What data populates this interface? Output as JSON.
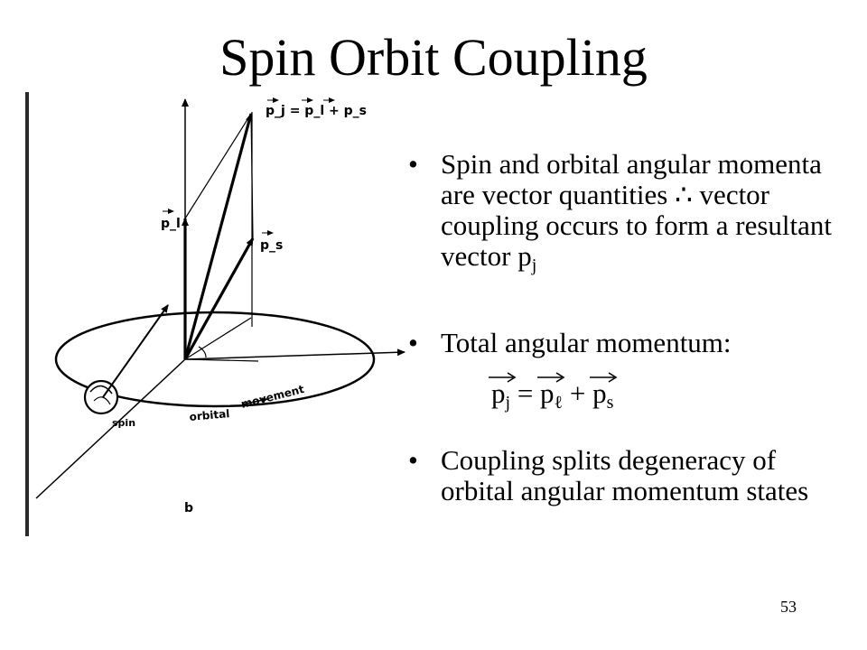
{
  "slide": {
    "title": "Spin Orbit Coupling",
    "page_number": "53"
  },
  "figure": {
    "vector_label_total": "p_j = p_l + p_s",
    "vector_label_l": "p_l",
    "vector_label_s": "p_s",
    "spin_label": "spin",
    "orbital_label": "orbital",
    "movement_label": "movement",
    "panel_label": "b"
  },
  "bullets": {
    "b1_text": "Spin and orbital angular momenta are vector quantities ∴ vector coupling occurs to form a resultant vector p",
    "b1_sub": "j",
    "b2_text": "Total angular momentum:",
    "b3_text": "Coupling splits degeneracy of orbital angular momentum states"
  },
  "formula": {
    "lhs": "p",
    "lhs_sub": "j",
    "equals": " = ",
    "term1": "p",
    "term1_sub": "ℓ",
    "plus": " + ",
    "term2": "p",
    "term2_sub": "s"
  }
}
